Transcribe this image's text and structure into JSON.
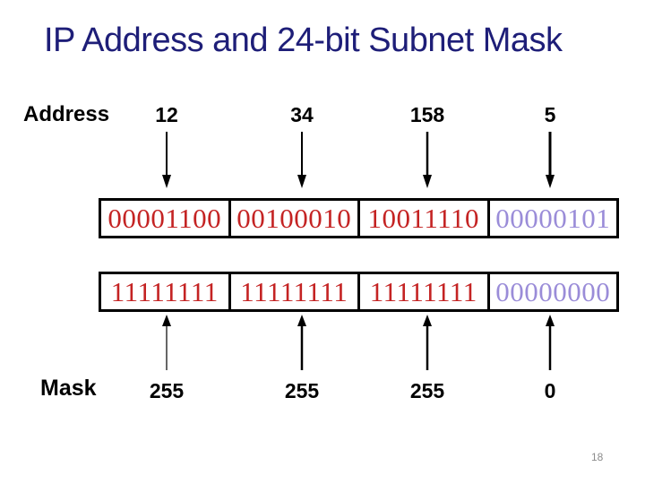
{
  "title": "IP Address and 24-bit Subnet Mask",
  "page_number": "18",
  "address": {
    "label": "Address",
    "octets": [
      "12",
      "34",
      "158",
      "5"
    ]
  },
  "mask": {
    "label": "Mask",
    "octets": [
      "255",
      "255",
      "255",
      "0"
    ]
  },
  "binary": {
    "address": [
      {
        "bits": "00001100",
        "tone": "red"
      },
      {
        "bits": "00100010",
        "tone": "red"
      },
      {
        "bits": "10011110",
        "tone": "red"
      },
      {
        "bits": "00000101",
        "tone": "purple"
      }
    ],
    "mask": [
      {
        "bits": "11111111",
        "tone": "red"
      },
      {
        "bits": "11111111",
        "tone": "red"
      },
      {
        "bits": "11111111",
        "tone": "red"
      },
      {
        "bits": "00000000",
        "tone": "purple"
      }
    ]
  },
  "colors": {
    "title": "#1e1e78",
    "bits_red": "#c42323",
    "bits_purple": "#9a8cd8",
    "text": "#000000",
    "page_number": "#8c8c8c"
  }
}
